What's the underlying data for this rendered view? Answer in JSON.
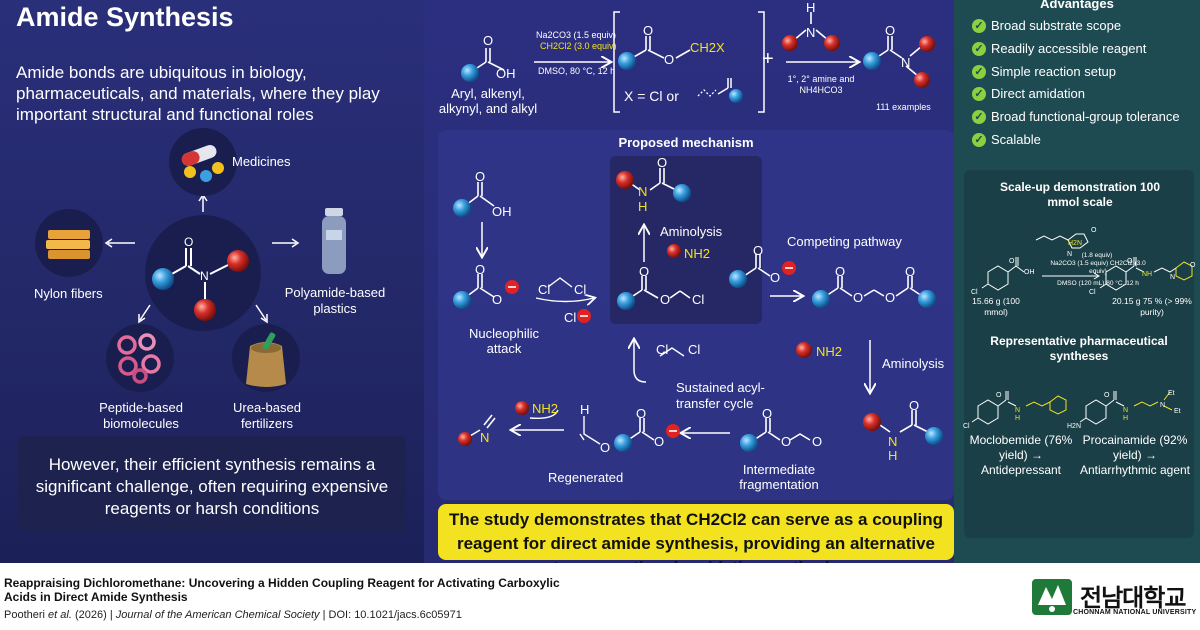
{
  "left": {
    "title": "Amide Synthesis",
    "intro": "Amide bonds are ubiquitous in biology, pharmaceuticals, and materials, where they play important structural and functional roles",
    "apps": {
      "medicines": "Medicines",
      "nylon": "Nylon fibers",
      "polyamide": "Polyamide-based plastics",
      "peptide": "Peptide-based biomolecules",
      "urea": "Urea-based fertilizers"
    },
    "atoms": {
      "O": "O",
      "N": "N"
    },
    "challenge": "However, their efficient synthesis remains a significant challenge, often requiring expensive reagents or harsh conditions"
  },
  "center": {
    "top": {
      "substrate_label": "Aryl, alkenyl, alkynyl, and alkyl",
      "cond1": "Na2CO3 (1.5 equiv)",
      "cond2": "CH2Cl2 (3.0 equiv)",
      "cond3": "DMSO, 80 °C, 12 h",
      "x_eq": "X = Cl or",
      "plus": "+",
      "amine_cond": "1°, 2° amine and NH4HCO3",
      "examples": "111 examples",
      "oh": "OH",
      "ch2x": "CH2X",
      "o": "O",
      "h": "H",
      "n": "N"
    },
    "mechanism": {
      "title": "Proposed mechanism",
      "oh": "OH",
      "o": "O",
      "cl": "Cl",
      "h": "H",
      "n": "N",
      "nh2": "NH2",
      "aminolysis1": "Aminolysis",
      "competing": "Competing pathway",
      "nucleophilic": "Nucleophilic attack",
      "sustained": "Sustained acyl-transfer cycle",
      "aminolysis2": "Aminolysis",
      "regenerated": "Regenerated",
      "intermediate": "Intermediate fragmentation"
    },
    "conclusion": "The study demonstrates that CH2Cl2 can serve as a coupling reagent for direct amide synthesis, providing an alternative to conventional amidation methods"
  },
  "right": {
    "advantages_title": "Advantages",
    "advantages": [
      "Broad substrate scope",
      "Readily accessible reagent",
      "Simple reaction setup",
      "Direct amidation",
      "Broad functional-group tolerance",
      "Scalable"
    ],
    "scale_title": "Scale-up demonstration 100 mmol scale",
    "scale_cond1": "(1.8 equiv)",
    "scale_cond2": "Na2CO3 (1.5 equiv) CH2Cl2 (3.0 equiv)",
    "scale_cond3": "DMSO (120 mL) 80 °C, 12 h",
    "scale_in": "15.66 g (100 mmol)",
    "scale_out": "20.15 g 75 % (> 99% purity)",
    "pharma_title": "Representative pharmaceutical syntheses",
    "drug1": "Moclobemide (76% yield) → Antidepressant",
    "drug2": "Procainamide (92% yield) → Antiarrhythmic agent",
    "atom_labels": {
      "o": "O",
      "oh": "OH",
      "cl": "Cl",
      "n": "N",
      "nh": "NH",
      "h": "H",
      "h2n": "H2N",
      "et": "Et"
    }
  },
  "footer": {
    "title": "Reappraising Dichloromethane: Uncovering a Hidden Coupling Reagent for Activating Carboxylic Acids in Direct Amide Synthesis",
    "authors": "Pootheri",
    "etal": "et al.",
    "year": "(2026) |",
    "journal": "Journal of the American Chemical Society",
    "doi": "| DOI: 10.1021/jacs.6c05971",
    "logo": "전남대학교",
    "logo_sub": "CHONNAM NATIONAL UNIVERSITY"
  },
  "colors": {
    "left_bg": "#2a2f7a",
    "center_bg": "#2c2f80",
    "right_bg": "#1e4a52",
    "atom_blue": "#3aa0e0",
    "atom_red": "#d8312a",
    "accent_yellow": "#f2e21f",
    "check_green": "#8ccf3f"
  }
}
